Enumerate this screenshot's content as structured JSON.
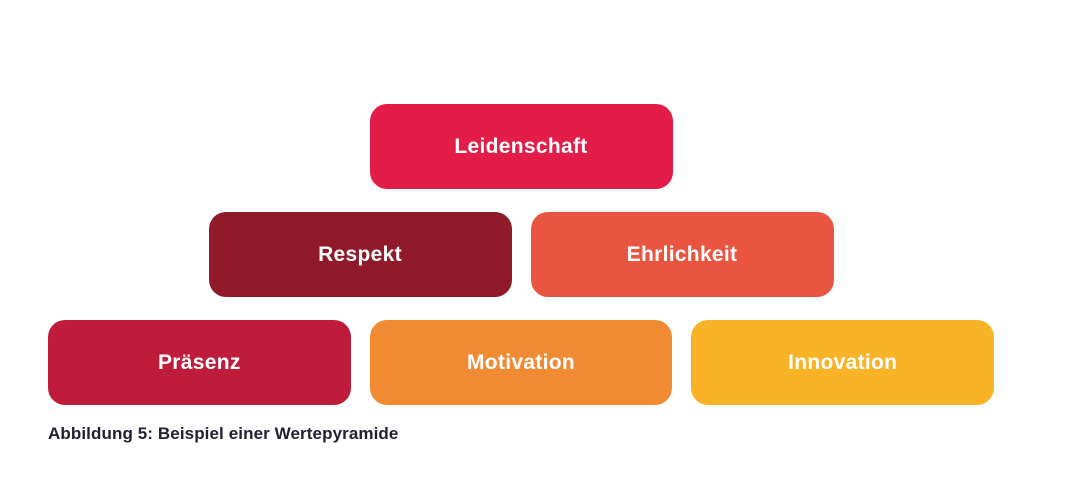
{
  "figure": {
    "caption": "Abbildung 5: Beispiel einer Wertepyramide"
  },
  "pyramid": {
    "rows": [
      {
        "items": [
          {
            "label": "Leidenschaft",
            "color": "#E41C48"
          }
        ]
      },
      {
        "items": [
          {
            "label": "Respekt",
            "color": "#8E1A2A"
          },
          {
            "label": "Ehrlichkeit",
            "color": "#E95541"
          }
        ]
      },
      {
        "items": [
          {
            "label": "Präsenz",
            "color": "#BF1B3B"
          },
          {
            "label": "Motivation",
            "color": "#F18B33"
          },
          {
            "label": "Innovation",
            "color": "#F8B326"
          }
        ]
      }
    ],
    "text_color": "#FFFFFF"
  },
  "colors": {
    "background": "#FFFFFF",
    "caption_text": "#212134"
  }
}
